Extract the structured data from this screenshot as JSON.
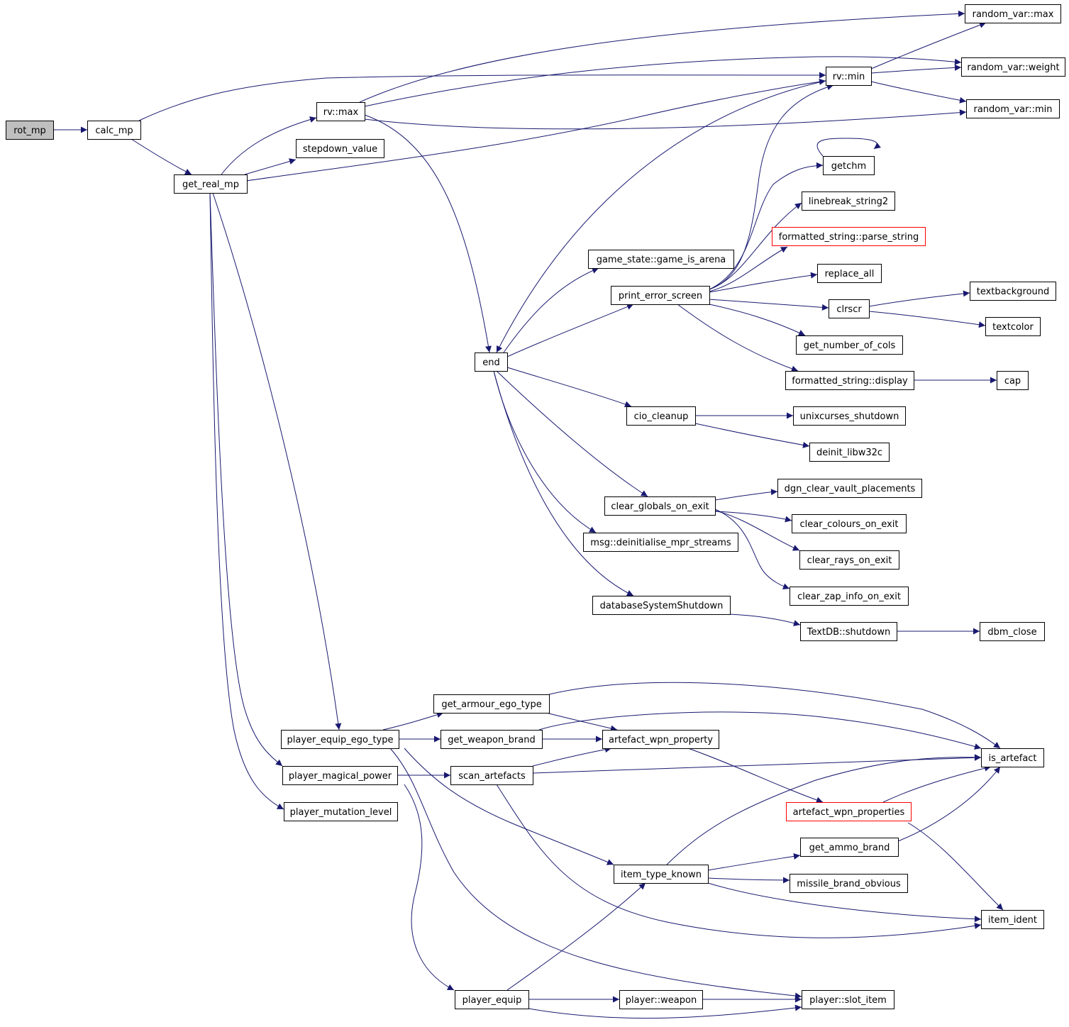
{
  "graph": {
    "edge_color": "#191970",
    "root_fill": "#bfbfbf",
    "missing_border": "#ff0000",
    "nodes": [
      {
        "id": "rot_mp",
        "label": "rot_mp",
        "root": true
      },
      {
        "id": "calc_mp",
        "label": "calc_mp"
      },
      {
        "id": "get_real_mp",
        "label": "get_real_mp"
      },
      {
        "id": "rv_max",
        "label": "rv::max"
      },
      {
        "id": "stepdown_value",
        "label": "stepdown_value"
      },
      {
        "id": "rv_min",
        "label": "rv::min"
      },
      {
        "id": "random_var_max",
        "label": "random_var::max"
      },
      {
        "id": "random_var_weight",
        "label": "random_var::weight"
      },
      {
        "id": "random_var_min",
        "label": "random_var::min"
      },
      {
        "id": "getchm",
        "label": "getchm"
      },
      {
        "id": "linebreak_string2",
        "label": "linebreak_string2"
      },
      {
        "id": "parse_string",
        "label": "formatted_string::parse_string",
        "missing": true
      },
      {
        "id": "game_is_arena",
        "label": "game_state::game_is_arena"
      },
      {
        "id": "replace_all",
        "label": "replace_all"
      },
      {
        "id": "print_error_screen",
        "label": "print_error_screen"
      },
      {
        "id": "clrscr",
        "label": "clrscr"
      },
      {
        "id": "textbackground",
        "label": "textbackground"
      },
      {
        "id": "textcolor",
        "label": "textcolor"
      },
      {
        "id": "get_number_of_cols",
        "label": "get_number_of_cols"
      },
      {
        "id": "end",
        "label": "end"
      },
      {
        "id": "fs_display",
        "label": "formatted_string::display"
      },
      {
        "id": "cap",
        "label": "cap"
      },
      {
        "id": "cio_cleanup",
        "label": "cio_cleanup"
      },
      {
        "id": "unixcurses_shutdown",
        "label": "unixcurses_shutdown"
      },
      {
        "id": "deinit_libw32c",
        "label": "deinit_libw32c"
      },
      {
        "id": "dgn_clear_vault_placements",
        "label": "dgn_clear_vault_placements"
      },
      {
        "id": "clear_globals_on_exit",
        "label": "clear_globals_on_exit"
      },
      {
        "id": "clear_colours_on_exit",
        "label": "clear_colours_on_exit"
      },
      {
        "id": "deinitialise_mpr_streams",
        "label": "msg::deinitialise_mpr_streams"
      },
      {
        "id": "clear_rays_on_exit",
        "label": "clear_rays_on_exit"
      },
      {
        "id": "clear_zap_info_on_exit",
        "label": "clear_zap_info_on_exit"
      },
      {
        "id": "databaseSystemShutdown",
        "label": "databaseSystemShutdown"
      },
      {
        "id": "textdb_shutdown",
        "label": "TextDB::shutdown"
      },
      {
        "id": "dbm_close",
        "label": "dbm_close"
      },
      {
        "id": "get_armour_ego_type",
        "label": "get_armour_ego_type"
      },
      {
        "id": "player_equip_ego_type",
        "label": "player_equip_ego_type"
      },
      {
        "id": "get_weapon_brand",
        "label": "get_weapon_brand"
      },
      {
        "id": "artefact_wpn_property",
        "label": "artefact_wpn_property"
      },
      {
        "id": "is_artefact",
        "label": "is_artefact"
      },
      {
        "id": "player_magical_power",
        "label": "player_magical_power"
      },
      {
        "id": "scan_artefacts",
        "label": "scan_artefacts"
      },
      {
        "id": "player_mutation_level",
        "label": "player_mutation_level"
      },
      {
        "id": "artefact_wpn_properties",
        "label": "artefact_wpn_properties",
        "missing": true
      },
      {
        "id": "get_ammo_brand",
        "label": "get_ammo_brand"
      },
      {
        "id": "item_type_known",
        "label": "item_type_known"
      },
      {
        "id": "missile_brand_obvious",
        "label": "missile_brand_obvious"
      },
      {
        "id": "item_ident",
        "label": "item_ident"
      },
      {
        "id": "player_equip",
        "label": "player_equip"
      },
      {
        "id": "player_weapon",
        "label": "player::weapon"
      },
      {
        "id": "player_slot_item",
        "label": "player::slot_item"
      }
    ],
    "edges": [
      {
        "from": "rot_mp",
        "to": "calc_mp"
      },
      {
        "from": "calc_mp",
        "to": "get_real_mp"
      },
      {
        "from": "calc_mp",
        "to": "rv_min"
      },
      {
        "from": "get_real_mp",
        "to": "rv_max"
      },
      {
        "from": "get_real_mp",
        "to": "stepdown_value"
      },
      {
        "from": "get_real_mp",
        "to": "rv_min"
      },
      {
        "from": "get_real_mp",
        "to": "player_equip_ego_type"
      },
      {
        "from": "get_real_mp",
        "to": "player_magical_power"
      },
      {
        "from": "get_real_mp",
        "to": "player_mutation_level"
      },
      {
        "from": "rv_max",
        "to": "random_var_max"
      },
      {
        "from": "rv_max",
        "to": "random_var_weight"
      },
      {
        "from": "rv_max",
        "to": "random_var_min"
      },
      {
        "from": "rv_max",
        "to": "end"
      },
      {
        "from": "rv_min",
        "to": "random_var_max"
      },
      {
        "from": "rv_min",
        "to": "random_var_weight"
      },
      {
        "from": "rv_min",
        "to": "random_var_min"
      },
      {
        "from": "rv_min",
        "to": "end"
      },
      {
        "from": "end",
        "to": "game_is_arena"
      },
      {
        "from": "end",
        "to": "print_error_screen"
      },
      {
        "from": "end",
        "to": "cio_cleanup"
      },
      {
        "from": "end",
        "to": "clear_globals_on_exit"
      },
      {
        "from": "end",
        "to": "deinitialise_mpr_streams"
      },
      {
        "from": "end",
        "to": "databaseSystemShutdown"
      },
      {
        "from": "print_error_screen",
        "to": "rv_min"
      },
      {
        "from": "print_error_screen",
        "to": "getchm"
      },
      {
        "from": "print_error_screen",
        "to": "linebreak_string2"
      },
      {
        "from": "print_error_screen",
        "to": "parse_string"
      },
      {
        "from": "print_error_screen",
        "to": "replace_all"
      },
      {
        "from": "print_error_screen",
        "to": "clrscr"
      },
      {
        "from": "print_error_screen",
        "to": "get_number_of_cols"
      },
      {
        "from": "print_error_screen",
        "to": "fs_display"
      },
      {
        "from": "getchm",
        "to": "getchm"
      },
      {
        "from": "clrscr",
        "to": "textbackground"
      },
      {
        "from": "clrscr",
        "to": "textcolor"
      },
      {
        "from": "fs_display",
        "to": "cap"
      },
      {
        "from": "cio_cleanup",
        "to": "unixcurses_shutdown"
      },
      {
        "from": "cio_cleanup",
        "to": "deinit_libw32c"
      },
      {
        "from": "clear_globals_on_exit",
        "to": "dgn_clear_vault_placements"
      },
      {
        "from": "clear_globals_on_exit",
        "to": "clear_colours_on_exit"
      },
      {
        "from": "clear_globals_on_exit",
        "to": "clear_rays_on_exit"
      },
      {
        "from": "clear_globals_on_exit",
        "to": "clear_zap_info_on_exit"
      },
      {
        "from": "databaseSystemShutdown",
        "to": "textdb_shutdown"
      },
      {
        "from": "textdb_shutdown",
        "to": "dbm_close"
      },
      {
        "from": "player_equip_ego_type",
        "to": "get_armour_ego_type"
      },
      {
        "from": "player_equip_ego_type",
        "to": "get_weapon_brand"
      },
      {
        "from": "player_equip_ego_type",
        "to": "item_type_known"
      },
      {
        "from": "player_equip_ego_type",
        "to": "player_slot_item"
      },
      {
        "from": "get_armour_ego_type",
        "to": "is_artefact"
      },
      {
        "from": "get_armour_ego_type",
        "to": "artefact_wpn_property"
      },
      {
        "from": "get_weapon_brand",
        "to": "artefact_wpn_property"
      },
      {
        "from": "get_weapon_brand",
        "to": "is_artefact"
      },
      {
        "from": "artefact_wpn_property",
        "to": "artefact_wpn_properties"
      },
      {
        "from": "artefact_wpn_properties",
        "to": "is_artefact"
      },
      {
        "from": "artefact_wpn_properties",
        "to": "item_ident"
      },
      {
        "from": "player_magical_power",
        "to": "scan_artefacts"
      },
      {
        "from": "player_magical_power",
        "to": "player_equip"
      },
      {
        "from": "scan_artefacts",
        "to": "artefact_wpn_property"
      },
      {
        "from": "scan_artefacts",
        "to": "is_artefact"
      },
      {
        "from": "scan_artefacts",
        "to": "item_ident"
      },
      {
        "from": "item_type_known",
        "to": "is_artefact"
      },
      {
        "from": "item_type_known",
        "to": "get_ammo_brand"
      },
      {
        "from": "item_type_known",
        "to": "missile_brand_obvious"
      },
      {
        "from": "item_type_known",
        "to": "item_ident"
      },
      {
        "from": "get_ammo_brand",
        "to": "is_artefact"
      },
      {
        "from": "player_equip",
        "to": "item_type_known"
      },
      {
        "from": "player_equip",
        "to": "player_weapon"
      },
      {
        "from": "player_equip",
        "to": "player_slot_item"
      },
      {
        "from": "player_weapon",
        "to": "player_slot_item"
      }
    ]
  }
}
